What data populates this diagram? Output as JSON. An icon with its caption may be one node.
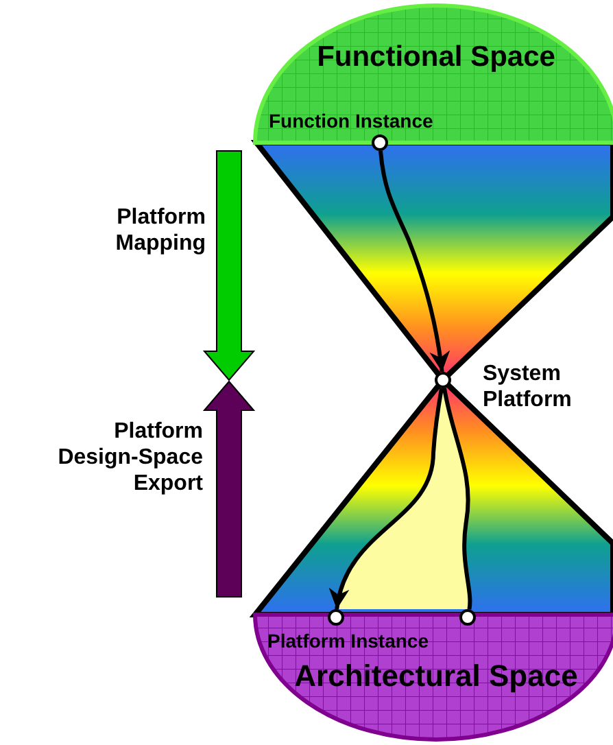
{
  "diagram": {
    "nodes": [
      {
        "text": [
          "Functional Space"
        ]
      },
      {
        "text": [],
        "shape": "circle",
        "beside": [
          "Function Instance"
        ]
      },
      {
        "text": [],
        "shape": "circle",
        "beside": [
          "System Platform"
        ]
      },
      {
        "text": [
          "Architectural Space"
        ]
      },
      {
        "text": [],
        "shape": "circle"
      },
      {
        "text": [],
        "shape": "circle"
      }
    ],
    "edges": [
      {
        "from": 1,
        "to": 2,
        "arrow": "to"
      },
      {
        "from": 2,
        "to": 4,
        "arrow": "to"
      },
      {
        "from": 2,
        "to": 5,
        "arrow": "none"
      }
    ],
    "labels": [
      "Platform Mapping",
      "Platform Design-Space Export",
      "Platform Instance"
    ]
  }
}
